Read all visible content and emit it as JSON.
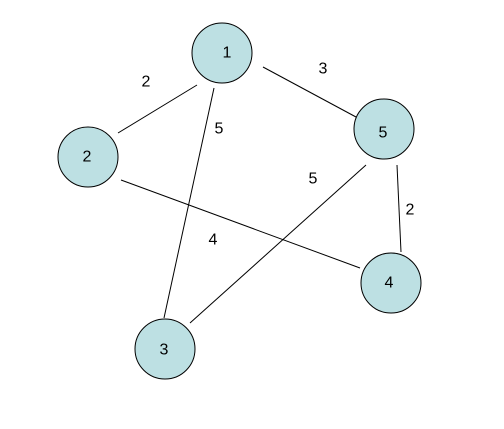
{
  "graph": {
    "node_fill": "#bde0e3",
    "nodes": [
      {
        "id": "1",
        "label": "1"
      },
      {
        "id": "2",
        "label": "2"
      },
      {
        "id": "3",
        "label": "3"
      },
      {
        "id": "4",
        "label": "4"
      },
      {
        "id": "5",
        "label": "5"
      }
    ],
    "edges": [
      {
        "from": "1",
        "to": "2",
        "weight": "2"
      },
      {
        "from": "1",
        "to": "5",
        "weight": "3"
      },
      {
        "from": "1",
        "to": "3",
        "weight": "5"
      },
      {
        "from": "2",
        "to": "4",
        "weight": "4"
      },
      {
        "from": "5",
        "to": "3",
        "weight": "5"
      },
      {
        "from": "5",
        "to": "4",
        "weight": "2"
      }
    ]
  }
}
